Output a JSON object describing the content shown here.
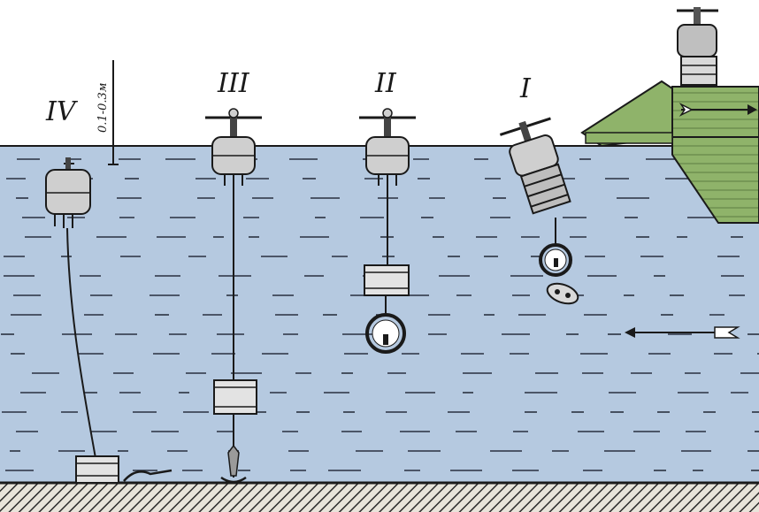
{
  "diagram": {
    "stage_labels": [
      "IV",
      "III",
      "II",
      "I"
    ],
    "depth_annotation": "0.1-0.3м",
    "colors": {
      "water": "#b5c9e0",
      "water_dash": "#2a3140",
      "sky": "#ffffff",
      "seabed": "#2b2b2b",
      "ship_hull": "#8fb36a",
      "ink": "#1a1a1a"
    },
    "icons": {
      "direction_arrow_on_ship": "right-arrow-icon",
      "current_arrow_in_water": "left-arrow-icon"
    }
  }
}
